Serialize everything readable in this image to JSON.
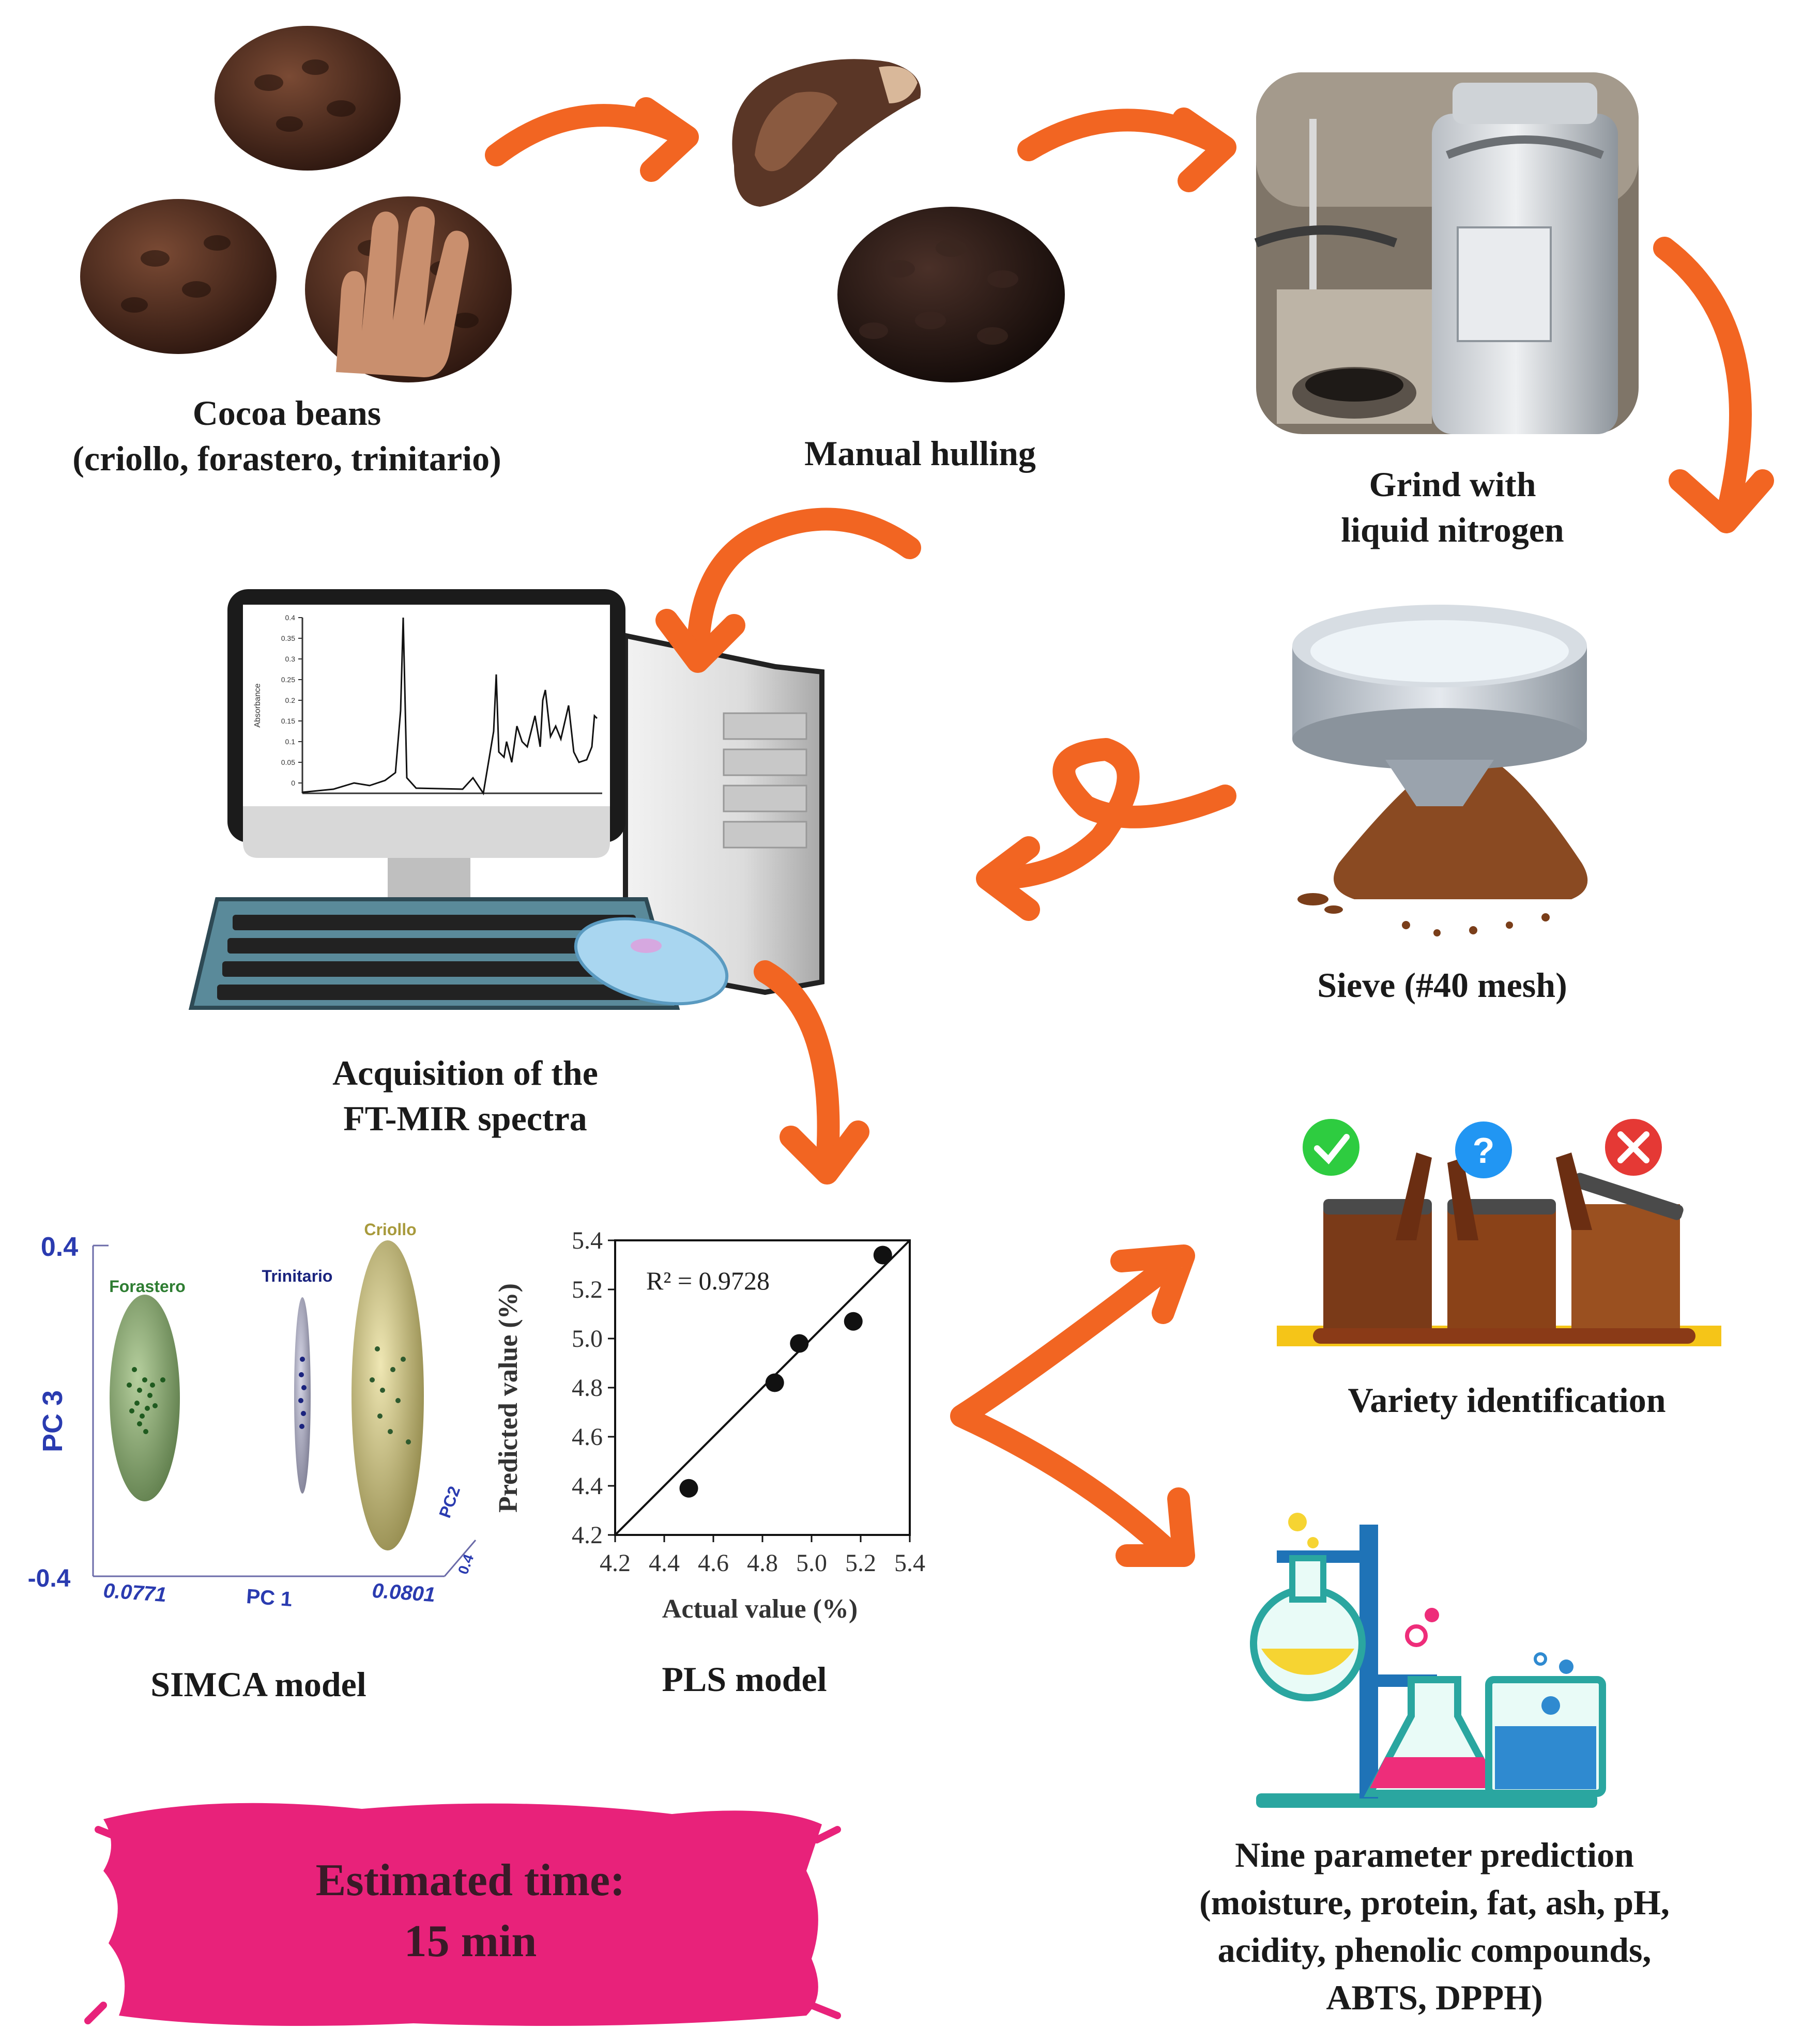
{
  "steps": {
    "cocoa_beans": [
      "Cocoa beans",
      "(criollo, forastero, trinitario)"
    ],
    "hulling": [
      "Manual hulling"
    ],
    "grind": [
      "Grind with",
      "liquid nitrogen"
    ],
    "sieve": [
      "Sieve (#40 mesh)"
    ],
    "acquisition": [
      "Acquisition of the",
      "FT-MIR spectra"
    ],
    "simca": [
      "SIMCA model"
    ],
    "pls": [
      "PLS model"
    ],
    "variety": [
      "Variety identification"
    ],
    "nine_params": [
      "Nine parameter prediction",
      "(moisture, protein, fat, ash, pH,",
      "acidity, phenolic compounds,",
      "ABTS, DPPH)"
    ]
  },
  "time_badge": [
    "Estimated time:",
    "15 min"
  ],
  "spectrum": {
    "ylabel": "Absorbance",
    "yticks": [
      "0.4",
      "0.35",
      "0.3",
      "0.25",
      "0.2",
      "0.15",
      "0.1",
      "0.05",
      "0"
    ]
  },
  "simca_plot": {
    "y_top": "0.4",
    "y_bottom": "-0.4",
    "x_left": "0.0771",
    "x_right": "0.0801",
    "xlabel": "PC 1",
    "ylabel": "PC 3",
    "zlabel": "PC2",
    "z_tick": "0.4",
    "groups": [
      "Forastero",
      "Trinitario",
      "Criollo"
    ]
  },
  "colors": {
    "arrow": "#f26522",
    "badge": "#e8227a",
    "simca_axis": "#2a3bb0",
    "forastero": "#2e7d32",
    "trinitario": "#1a237e",
    "criollo": "#a89a3c",
    "check": "#2ecc40",
    "question": "#2196f3",
    "cross": "#e53935"
  },
  "chart_data": {
    "type": "scatter",
    "title": "",
    "xlabel": "Actual value (%)",
    "ylabel": "Predicted value (%)",
    "xlim": [
      4.2,
      5.4
    ],
    "ylim": [
      4.2,
      5.4
    ],
    "xticks": [
      4.2,
      4.4,
      4.6,
      4.8,
      5.0,
      5.2,
      5.4
    ],
    "yticks": [
      4.2,
      4.4,
      4.6,
      4.8,
      5.0,
      5.2,
      5.4
    ],
    "tick_labels": [
      "4.2",
      "4.4",
      "4.6",
      "4.8",
      "5.0",
      "5.2",
      "5.4"
    ],
    "points": [
      {
        "x": 4.5,
        "y": 4.39
      },
      {
        "x": 4.85,
        "y": 4.82
      },
      {
        "x": 4.95,
        "y": 4.98
      },
      {
        "x": 5.17,
        "y": 5.07
      },
      {
        "x": 5.29,
        "y": 5.34
      }
    ],
    "annotation": "R² = 0.9728",
    "grid": false
  }
}
